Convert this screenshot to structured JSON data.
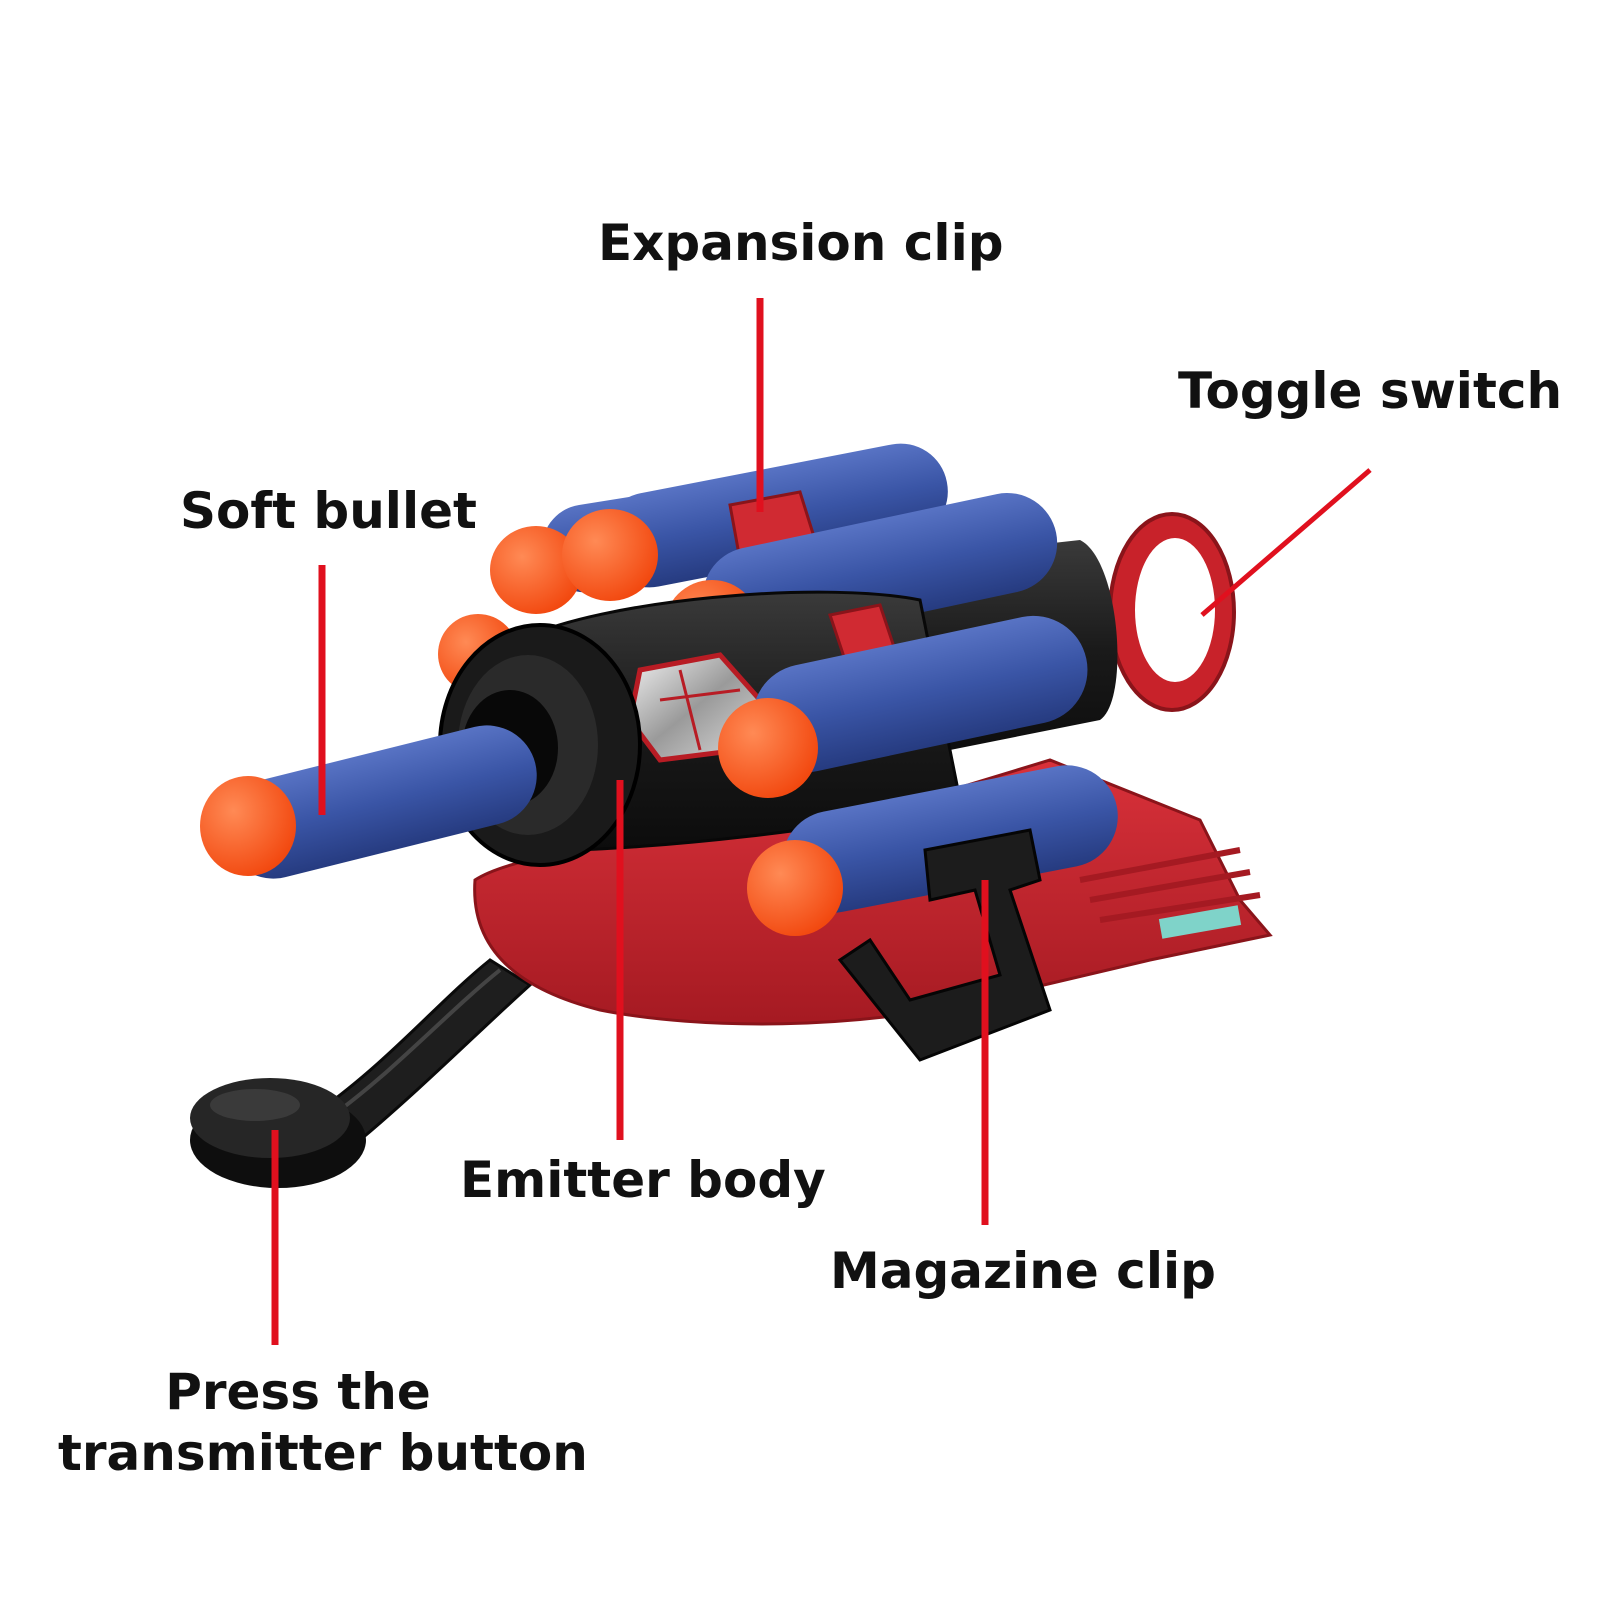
{
  "colors": {
    "foam_blue": "#3a55a6",
    "foam_blue_dark": "#2b4187",
    "tip_orange": "#ff5a1f",
    "body_red": "#c8222a",
    "body_red_dark": "#9a1a20",
    "body_black": "#1c1c1c",
    "leader_line": "#e0101e",
    "label_text": "#111111",
    "accent_teal": "#7fd3c9"
  },
  "labels": {
    "expansion_clip": "Expansion clip",
    "toggle_switch": "Toggle switch",
    "soft_bullet": "Soft bullet",
    "emitter_body": "Emitter body",
    "magazine_clip": "Magazine clip",
    "press_button_line1": "Press the",
    "press_button_line2": "transmitter button"
  }
}
